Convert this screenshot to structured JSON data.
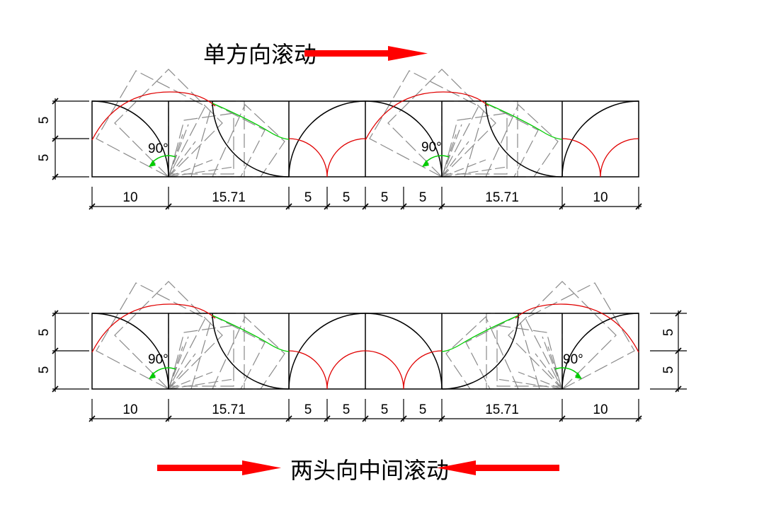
{
  "diagram": {
    "top": {
      "title": "单方向滚动",
      "angle_label": "90°",
      "segment_labels": [
        "10",
        "15.71",
        "5",
        "5",
        "5",
        "5",
        "15.71",
        "10"
      ],
      "height_labels": [
        "5",
        "5"
      ]
    },
    "bottom": {
      "title": "两头向中间滚动",
      "angle_labels": [
        "90°",
        "90°"
      ],
      "segment_labels": [
        "10",
        "15.71",
        "5",
        "5",
        "5",
        "5",
        "15.71",
        "10"
      ],
      "height_labels_left": [
        "5",
        "5"
      ],
      "height_labels_right": [
        "5",
        "5"
      ]
    },
    "colors": {
      "outline": "#000000",
      "trajectory": "#e00000",
      "path": "#00cc00",
      "ghost": "#808080",
      "arrow": "#ff0000"
    }
  }
}
